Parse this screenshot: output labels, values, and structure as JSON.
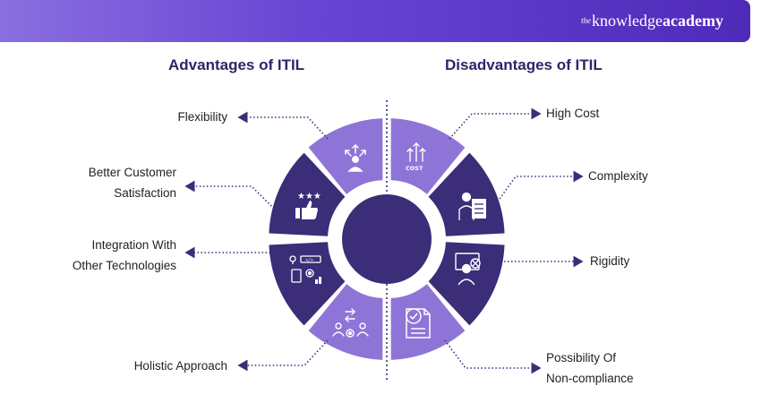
{
  "brand": {
    "prefix": "the",
    "knowledge": "knowledge",
    "academy": "academy"
  },
  "headings": {
    "advantages": "Advantages of ITIL",
    "disadvantages": "Disadvantages of ITIL"
  },
  "advantages": [
    {
      "label": "Flexibility",
      "icon": "person-arrows-icon"
    },
    {
      "label": "Better Customer\nSatisfaction",
      "icon": "thumbs-up-stars-icon"
    },
    {
      "label": "Integration With\nOther Technologies",
      "icon": "tech-integration-icon"
    },
    {
      "label": "Holistic Approach",
      "icon": "team-gear-icon"
    }
  ],
  "disadvantages": [
    {
      "label": "High Cost",
      "icon": "cost-arrows-icon",
      "icon_text": "COST"
    },
    {
      "label": "Complexity",
      "icon": "person-document-icon"
    },
    {
      "label": "Rigidity",
      "icon": "person-monitor-icon"
    },
    {
      "label": "Possibility Of\nNon-compliance",
      "icon": "document-check-icon"
    }
  ],
  "colors": {
    "light_segment": "#8f74d8",
    "dark_segment": "#3b2d78",
    "center": "#3b2d78",
    "heading": "#2d2669",
    "connector": "#3b2d78"
  }
}
